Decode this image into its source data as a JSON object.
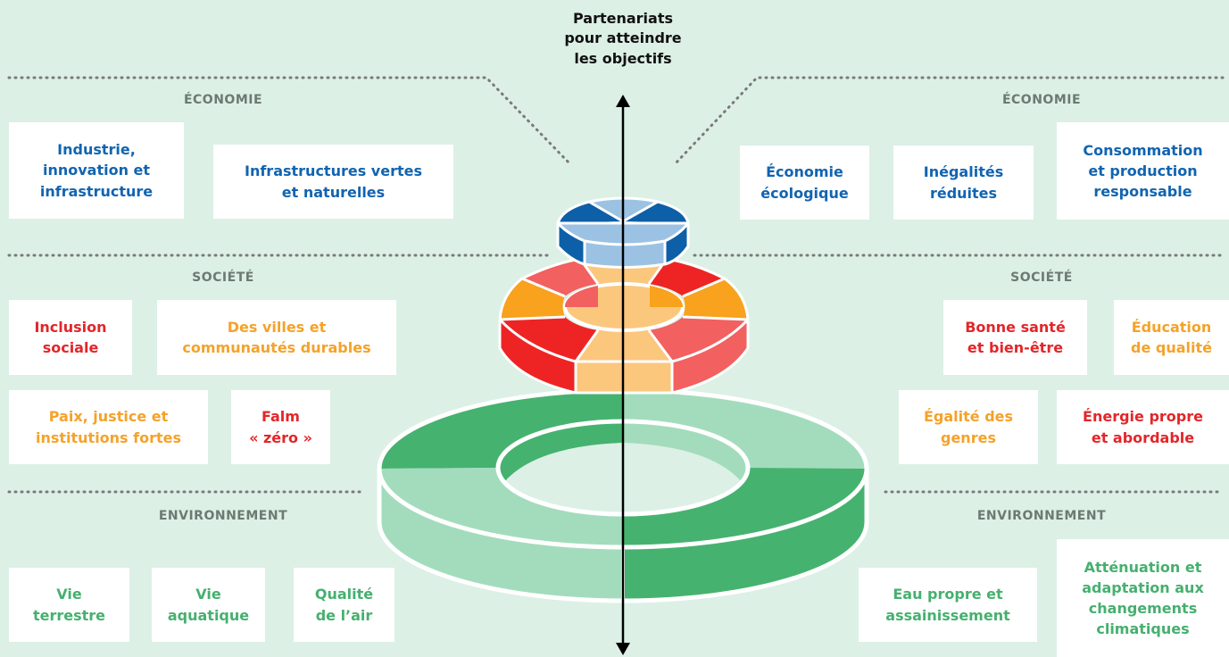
{
  "colors": {
    "background": "#dcf0e6",
    "economy_text": "#1264b0",
    "society_red": "#e3262a",
    "society_orange": "#f5a22a",
    "environment_green": "#46b06f",
    "label_gray": "#6c7a72",
    "dark_blue": "#0d5fa8",
    "light_blue": "#9cc2e3",
    "red": "#ee2424",
    "salmon": "#f26060",
    "orange": "#f8a21d",
    "light_orange": "#fbc77d",
    "green": "#46b26f",
    "light_green": "#a3dcbd"
  },
  "top_title": "Partenariats\npour atteindre\nles objectifs",
  "left": {
    "economy_label": "ÉCONOMIE",
    "economy_cards": [
      "Industrie,\ninnovation et\ninfrastructure",
      "Infrastructures vertes\net naturelles"
    ],
    "society_label": "SOCIÉTÉ",
    "society_cards": [
      "Inclusion\nsociale",
      "Des villes et\ncommunautés durables",
      "Paix, justice et\ninstitutions fortes",
      "Falm\n« zéro »"
    ],
    "environment_label": "ENVIRONNEMENT",
    "environment_cards": [
      "Vie\nterrestre",
      "Vie\naquatique",
      "Qualité\nde l’air"
    ]
  },
  "right": {
    "economy_label": "ÉCONOMIE",
    "economy_cards": [
      "Économie\nécologique",
      "Inégalités\nréduites",
      "Consommation\net production\nresponsable"
    ],
    "society_label": "SOCIÉTÉ",
    "society_cards": [
      "Bonne santé\net bien-être",
      "Éducation\nde qualité",
      "Égalité des\ngenres",
      "Énergie propre\net abordable"
    ],
    "environment_label": "ENVIRONNEMENT",
    "environment_cards": [
      "Eau propre et\nassainissement",
      "Atténuation et\nadaptation aux\nchangements\nclimatiques"
    ]
  }
}
